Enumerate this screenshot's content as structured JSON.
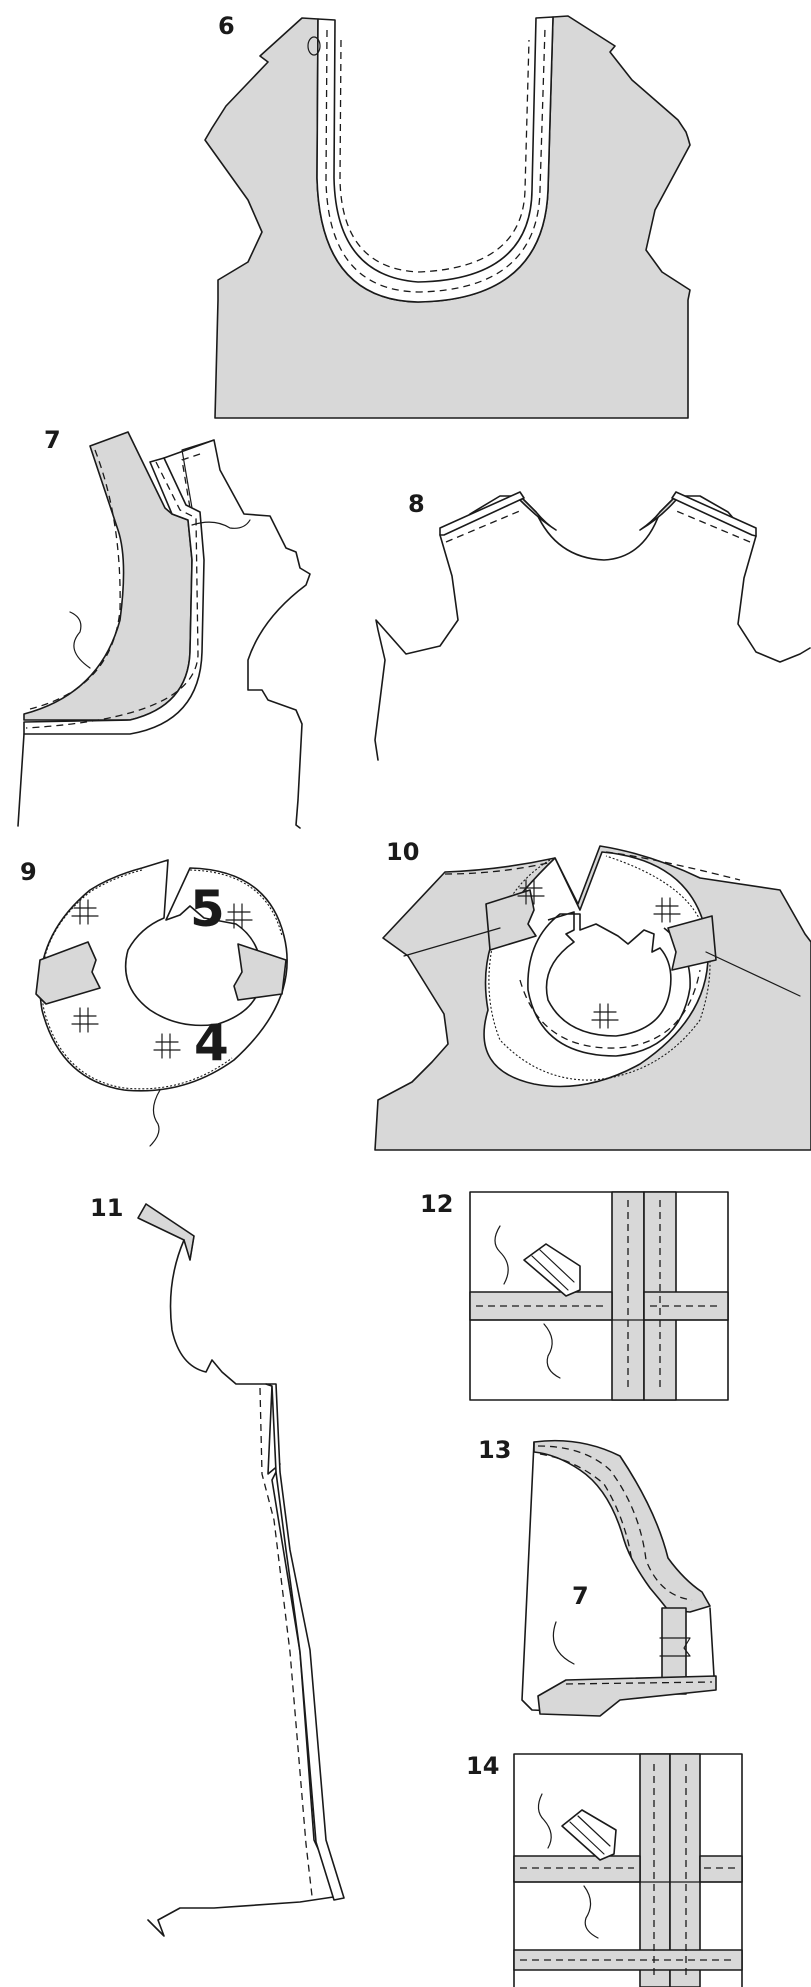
{
  "steps": [
    {
      "number": "6"
    },
    {
      "number": "7"
    },
    {
      "number": "8"
    },
    {
      "number": "9"
    },
    {
      "number": "10"
    },
    {
      "number": "11"
    },
    {
      "number": "12"
    },
    {
      "number": "13"
    },
    {
      "number": "14"
    }
  ],
  "step9_labels": {
    "upper_piece": "5",
    "lower_piece": "4"
  },
  "step13_label": "7",
  "colors": {
    "fabric": "#d8d8d8",
    "line": "#1a1a1a",
    "background": "#ffffff"
  }
}
